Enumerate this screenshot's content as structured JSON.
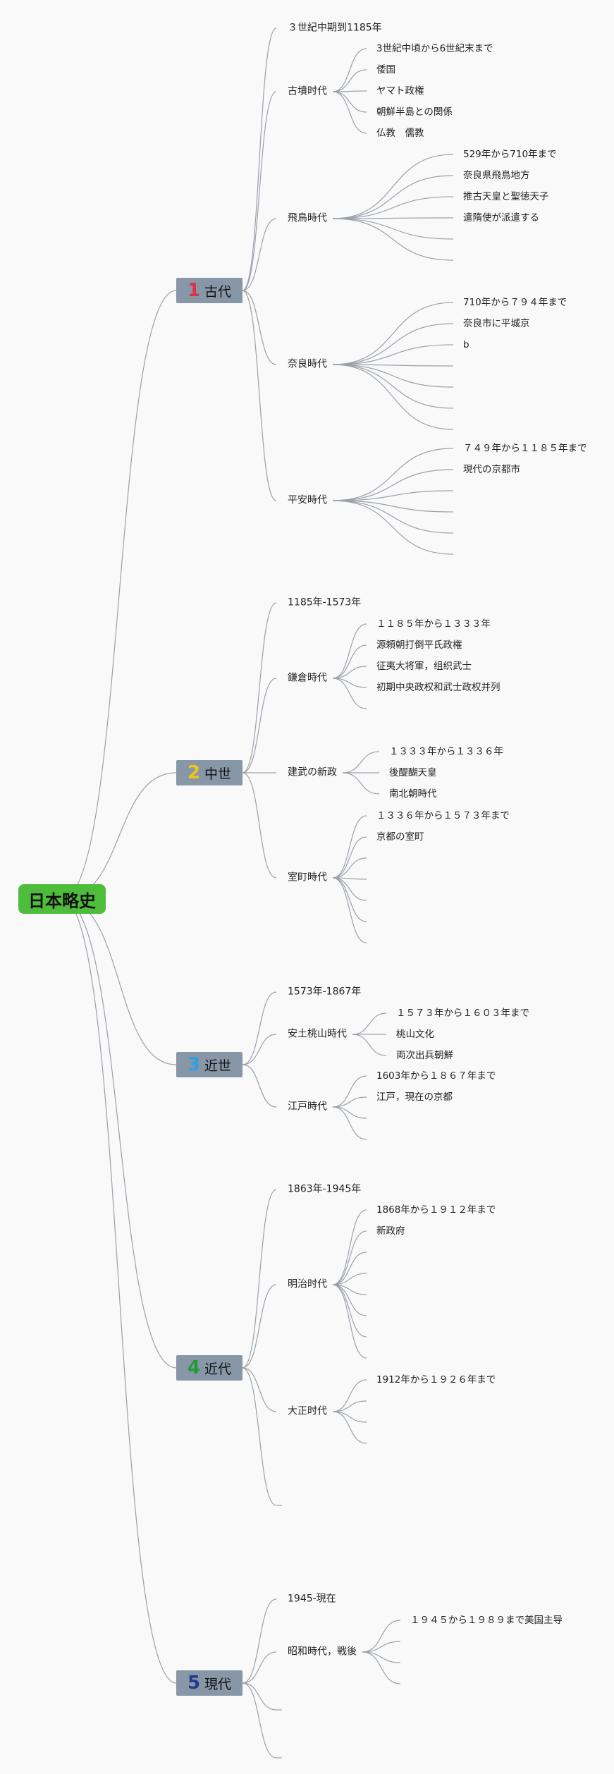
{
  "title": "日本略史",
  "colors": {
    "root_bg": "#4fbd3c",
    "era_bg": "#8797a8",
    "line": "#9aa0aa",
    "num": [
      "#e0334a",
      "#f0c419",
      "#2e9fe0",
      "#1f9a3a",
      "#1f3a8f"
    ]
  },
  "eras": [
    {
      "num": "1",
      "label": "古代",
      "children": [
        {
          "label": "３世紀中期到1185年",
          "children": []
        },
        {
          "label": "古墳时代",
          "children": [
            "3世紀中頃から6世紀末まで",
            "倭国",
            "ヤマト政権",
            "朝鮮半島との関係",
            "仏教　儒教"
          ]
        },
        {
          "label": "飛鳥時代",
          "children": [
            "529年から710年まで",
            "奈良県飛鳥地方",
            "推古天皇と聖徳天子",
            "遣隋使が派遣する",
            "",
            ""
          ]
        },
        {
          "label": "奈良時代",
          "children": [
            "710年から７９４年まで",
            "奈良市に平城京",
            "b",
            "",
            "",
            "",
            ""
          ]
        },
        {
          "label": "平安時代",
          "children": [
            "７４９年から１１８５年まで",
            "現代の京都市",
            "",
            "",
            "",
            ""
          ]
        }
      ]
    },
    {
      "num": "2",
      "label": "中世",
      "children": [
        {
          "label": "1185年-1573年",
          "children": []
        },
        {
          "label": "鎌倉時代",
          "children": [
            "１１８５年から１３３３年",
            "源頼朝打倒平氏政権",
            "征夷大将軍，组织武士",
            "初期中央政权和武士政权并列",
            ""
          ]
        },
        {
          "label": "建武の新政",
          "children": [
            "１３３３年から１３３６年",
            "後醍醐天皇",
            "南北朝時代"
          ]
        },
        {
          "label": "室町時代",
          "children": [
            "１３３６年から１５７３年まで",
            "京都の室町",
            "",
            "",
            "",
            "",
            ""
          ]
        }
      ]
    },
    {
      "num": "3",
      "label": "近世",
      "children": [
        {
          "label": "1573年-1867年",
          "children": []
        },
        {
          "label": "安土桃山時代",
          "children": [
            "１５７３年から１６０３年まで",
            "桃山文化",
            "両次出兵朝鮮"
          ]
        },
        {
          "label": "江戸時代",
          "children": [
            "1603年から１８６７年まで",
            "江戸，現在の京都",
            "",
            ""
          ]
        }
      ]
    },
    {
      "num": "4",
      "label": "近代",
      "children": [
        {
          "label": "1863年-1945年",
          "children": []
        },
        {
          "label": "明治时代",
          "children": [
            "1868年から１９１２年まで",
            "新政府",
            "",
            "",
            "",
            "",
            "",
            ""
          ]
        },
        {
          "label": "大正时代",
          "children": [
            "1912年から１９２６年まで",
            "",
            "",
            ""
          ]
        },
        {
          "label": "",
          "children": []
        }
      ]
    },
    {
      "num": "5",
      "label": "現代",
      "children": [
        {
          "label": "1945-現在",
          "children": []
        },
        {
          "label": "昭和時代，戦後",
          "children": [
            "１９４５から１９８９まで美国主导",
            "",
            "",
            ""
          ]
        },
        {
          "label": "",
          "children": []
        },
        {
          "label": "",
          "children": []
        }
      ]
    }
  ]
}
